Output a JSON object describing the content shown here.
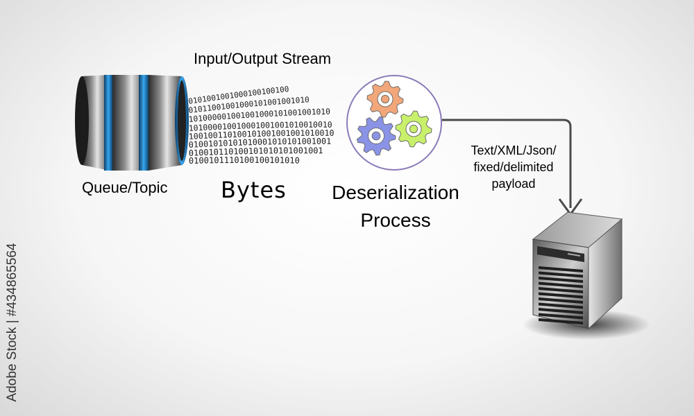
{
  "labels": {
    "stream": "Input/Output Stream",
    "source": "Queue/Topic",
    "bytes": "Bytes",
    "process_line1": "Deserialization",
    "process_line2": "Process",
    "payload_line1": "Text/XML/Json/",
    "payload_line2": "fixed/delimited",
    "payload_line3": "payload"
  },
  "binary_lines": [
    "0101001001000100100100",
    "01011001001000101001001010",
    "101000001001001000101001001010",
    "101000010010001001001010010010",
    "100100110100101001001001010010",
    "01001010101010001010101001001",
    "010010110100101010101001001",
    "0100101110100100101010"
  ],
  "stock_id": "Adobe Stock | #434865564",
  "gear_colors": {
    "top": "#f2a77a",
    "left": "#8a93e6",
    "right": "#c8f06a"
  }
}
